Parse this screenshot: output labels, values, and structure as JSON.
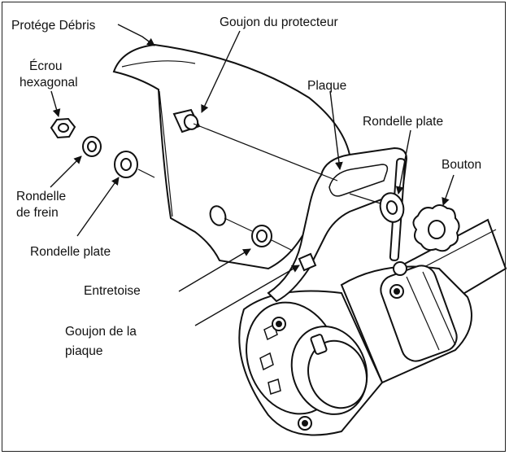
{
  "labels": {
    "debris_guard": "Protége Débris",
    "guard_stud": "Goujon du protecteur",
    "hex_nut_line1": "Écrou",
    "hex_nut_line2": "hexagonal",
    "plate": "Plaque",
    "flat_washer_top": "Rondelle plate",
    "knob": "Bouton",
    "lock_washer_line1": "Rondelle",
    "lock_washer_line2": "de frein",
    "flat_washer_left": "Rondelle plate",
    "spacer": "Entretoise",
    "plate_stud_line1": "Goujon de la",
    "plate_stud_line2": "piaque"
  }
}
